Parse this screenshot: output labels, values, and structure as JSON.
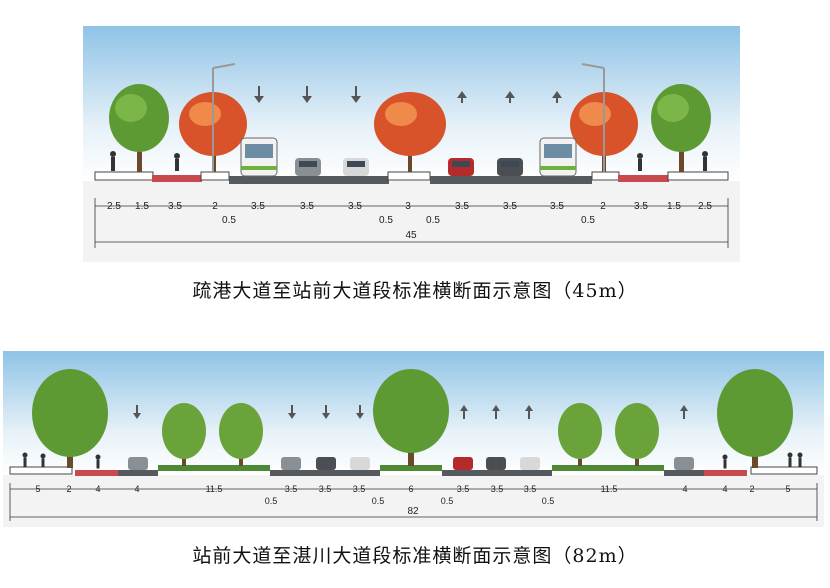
{
  "section1": {
    "caption": "疏港大道至站前大道段标准横断面示意图（45m）",
    "widths_top": [
      "2.5",
      "1.5",
      "3.5",
      "2",
      "3.5",
      "3.5",
      "3.5",
      "3",
      "3.5",
      "3.5",
      "3.5",
      "2",
      "3.5",
      "1.5",
      "2.5"
    ],
    "widths_bottom": [
      "0.5",
      "0.5",
      "0.5",
      "0.5"
    ],
    "total": "45"
  },
  "section2": {
    "caption": "站前大道至湛川大道段标准横断面示意图（82m）",
    "widths_top": [
      "5",
      "2",
      "4",
      "4",
      "11.5",
      "3.5",
      "3.5",
      "3.5",
      "6",
      "3.5",
      "3.5",
      "3.5",
      "11.5",
      "4",
      "4",
      "2",
      "5"
    ],
    "widths_bottom": [
      "0.5",
      "0.5",
      "0.5",
      "0.5"
    ],
    "total": "82"
  },
  "colors": {
    "sky_top": "#8fc3e6",
    "bike_lane": "#c84a4f",
    "road": "#555a5e",
    "tree_red": "#d8522a",
    "tree_green": "#5e9a34"
  }
}
